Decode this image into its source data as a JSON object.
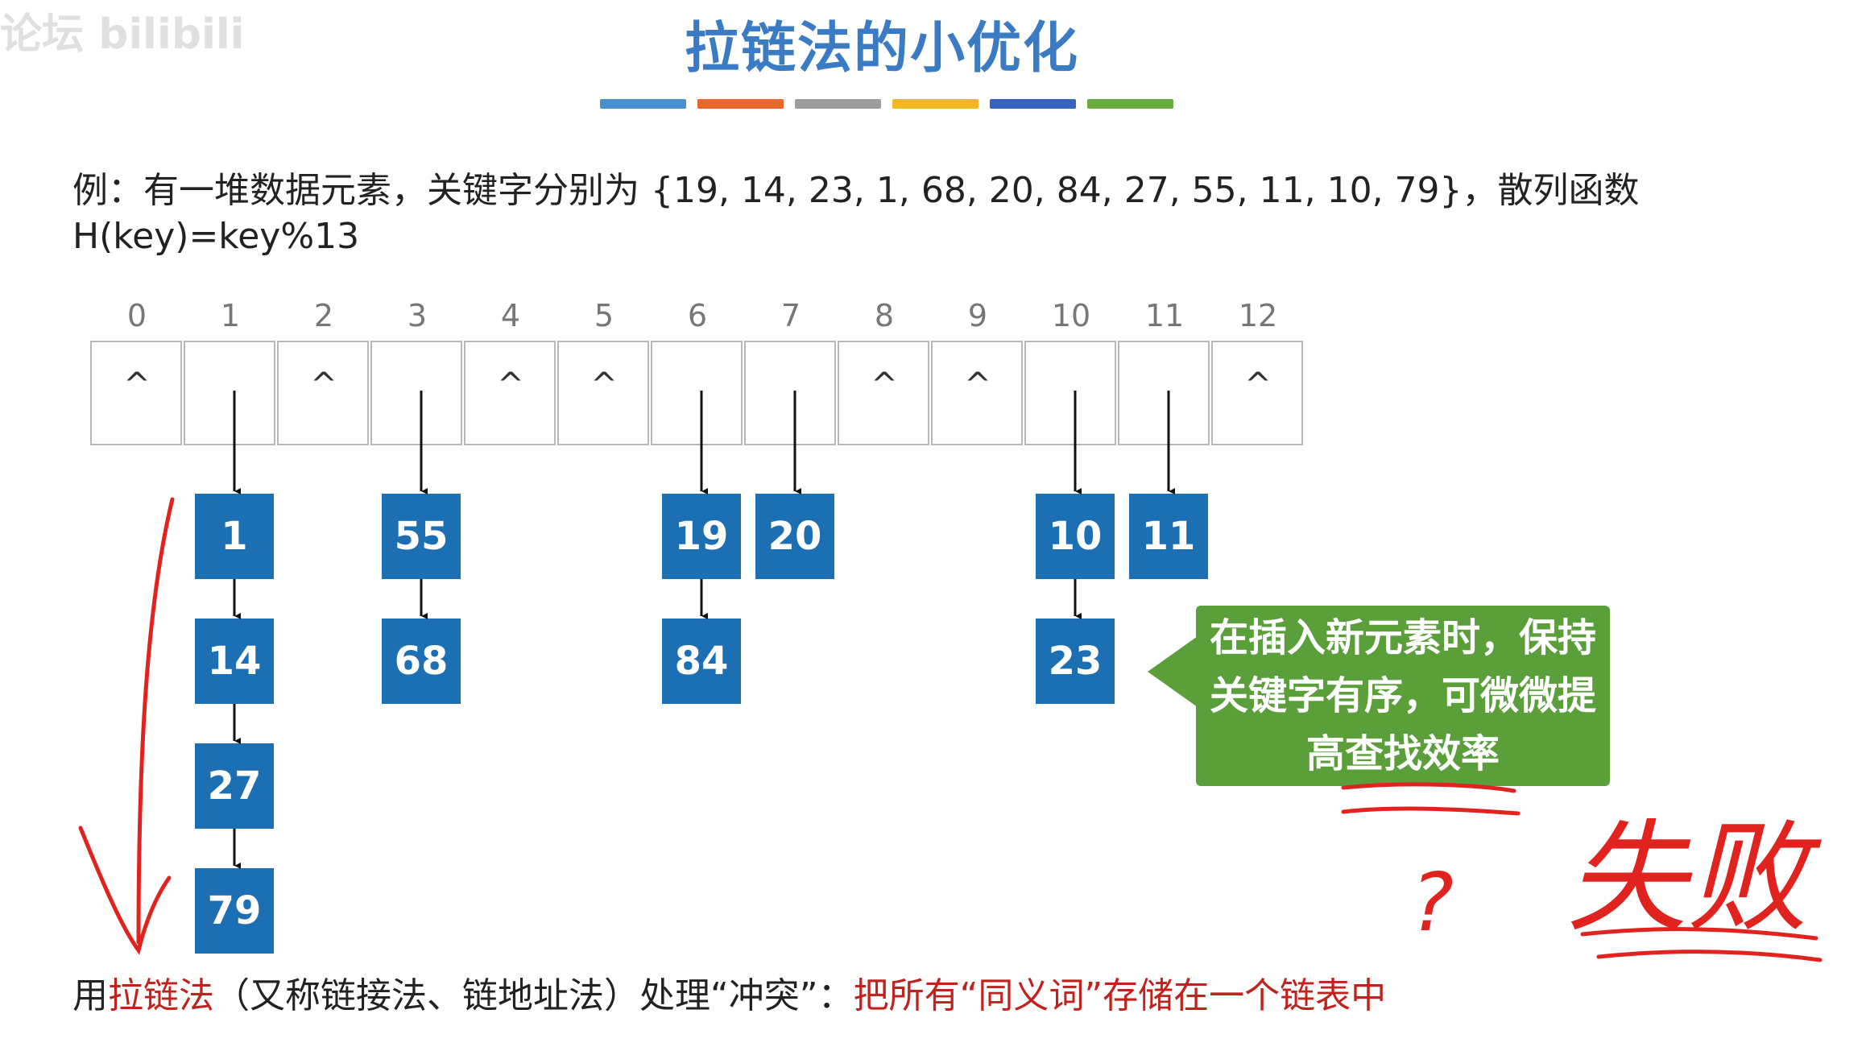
{
  "title": "拉链法的小优化",
  "watermark": "论坛 bilibili",
  "colors": {
    "accent": "#3b7bc4",
    "node": "#1d6fb3",
    "callout": "#5b9f3b",
    "highlight": "#c0231e",
    "annotation": "#e0231e",
    "bar": [
      "#4a8fd0",
      "#e8672a",
      "#9d9d9d",
      "#f2b821",
      "#3863c0",
      "#6aab3f"
    ]
  },
  "example": {
    "line1": "例：有一堆数据元素，关键字分别为 {19, 14, 23, 1, 68, 20, 84, 27, 55, 11, 10, 79}，散列函数",
    "line2": "H(key)=key%13"
  },
  "table": {
    "indices": [
      "0",
      "1",
      "2",
      "3",
      "4",
      "5",
      "6",
      "7",
      "8",
      "9",
      "10",
      "11",
      "12"
    ],
    "null_symbol": "^",
    "chains": [
      [],
      [
        "1",
        "14",
        "27",
        "79"
      ],
      [],
      [
        "55",
        "68"
      ],
      [],
      [],
      [
        "19",
        "84"
      ],
      [
        "20"
      ],
      [],
      [],
      [
        "10",
        "23"
      ],
      [
        "11"
      ],
      []
    ]
  },
  "callout": {
    "line1": "在插入新元素时，保持",
    "line2": "关键字有序，可微微提",
    "line3": "高查找效率"
  },
  "footer": {
    "p1": "用",
    "p2": "拉链法",
    "p3": "（又称链接法、链地址法）处理“冲突”：",
    "p4": "把所有“同义词”存储在一个链表中"
  },
  "annotations": {
    "question": "?",
    "fail": "失败"
  }
}
